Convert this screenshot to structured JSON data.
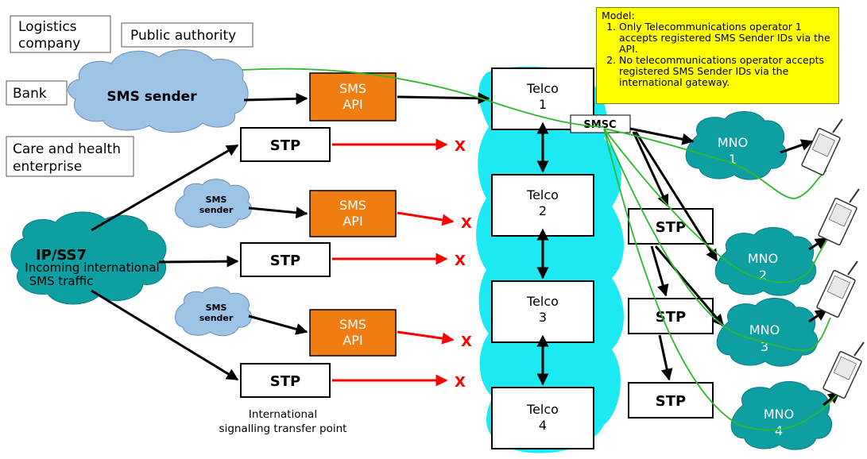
{
  "senders": {
    "logistics": [
      "Logistics",
      "company"
    ],
    "public_authority": "Public authority",
    "bank": "Bank",
    "care": [
      "Care and health",
      "enterprise"
    ]
  },
  "clouds": {
    "sms_sender_main": "SMS sender",
    "sms_sender_small": [
      "SMS",
      "sender"
    ],
    "ipss7_title": "IP/SS7",
    "ipss7_sub": [
      "Incoming international",
      "SMS traffic"
    ]
  },
  "sms_api": [
    "SMS",
    "API"
  ],
  "stp": "STP",
  "blocked_mark": "X",
  "telcos": [
    {
      "name": "Telco",
      "num": "1"
    },
    {
      "name": "Telco",
      "num": "2"
    },
    {
      "name": "Telco",
      "num": "3"
    },
    {
      "name": "Telco",
      "num": "4"
    }
  ],
  "smsc": "SMSC",
  "mnos": [
    {
      "name": "MNO",
      "num": "1"
    },
    {
      "name": "MNO",
      "num": "2"
    },
    {
      "name": "MNO",
      "num": "3"
    },
    {
      "name": "MNO",
      "num": "4"
    }
  ],
  "stp_caption": [
    "International",
    "signalling transfer point"
  ],
  "model": {
    "title": "Model:",
    "items": [
      "Only Telecommunications operator 1 accepts registered SMS Sender IDs via the API.",
      "No telecommunications operator accepts registered SMS Sender IDs via the international gateway."
    ]
  },
  "colors": {
    "cloud_blue": "#9dc3e6",
    "cloud_teal": "#0e9fa3",
    "telco_cyan": "#1de9f2",
    "sms_api_orange": "#f07d12",
    "blocked_red": "#ff0000",
    "route_green": "#2eb82e",
    "model_yellow": "#ffff00"
  }
}
